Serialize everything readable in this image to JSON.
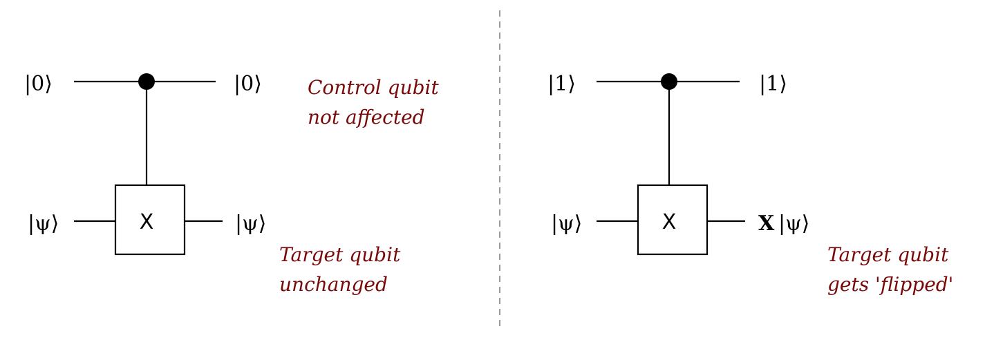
{
  "colors": {
    "annotation": "#7a0a0a",
    "divider": "#999999"
  },
  "left": {
    "control_in": "|0⟩",
    "control_out": "|0⟩",
    "target_in": "|ψ⟩",
    "target_out": "|ψ⟩",
    "gate": "X",
    "control_note": [
      "Control qubit",
      "not affected"
    ],
    "target_note": [
      "Target qubit",
      "unchanged"
    ]
  },
  "right": {
    "control_in": "|1⟩",
    "control_out": "|1⟩",
    "target_in": "|ψ⟩",
    "target_out_op": "X",
    "target_out_ket": "|ψ⟩",
    "gate": "X",
    "target_note": [
      "Target qubit",
      "gets 'flipped'"
    ]
  }
}
